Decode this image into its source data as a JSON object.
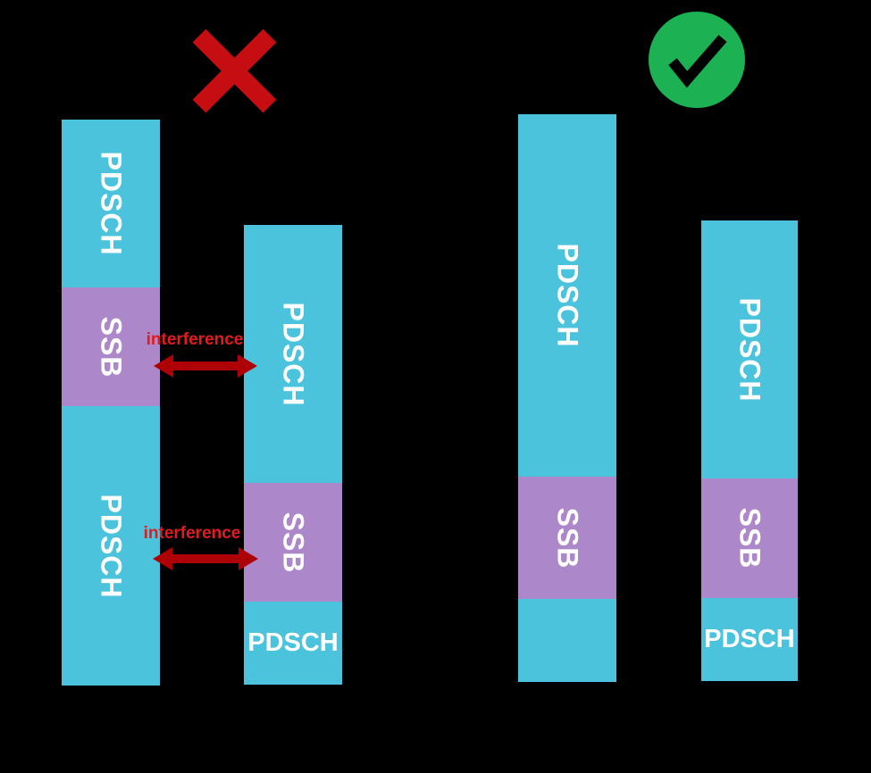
{
  "diagram": {
    "description": "SSB and PDSCH time alignment: misaligned (interference) vs aligned (no interference)",
    "colors": {
      "background": "#000000",
      "pdsch": "#4BC3DC",
      "ssb": "#AC87C9",
      "segment_text": "#FFFFFF",
      "cross": "#C60D12",
      "check_circle": "#1CB254",
      "check_mark": "#000000",
      "interference_label": "#E11C1E",
      "interference_arrow": "#AE0105"
    },
    "bad_example": {
      "verdict": "wrong",
      "bars": [
        {
          "segments": [
            "PDSCH",
            "SSB",
            "PDSCH"
          ]
        },
        {
          "segments": [
            "PDSCH",
            "SSB",
            "PDSCH"
          ]
        }
      ],
      "annotations": [
        "interference",
        "interference"
      ]
    },
    "good_example": {
      "verdict": "correct",
      "bars": [
        {
          "segments": [
            "PDSCH",
            "SSB",
            ""
          ]
        },
        {
          "segments": [
            "PDSCH",
            "SSB",
            "PDSCH"
          ]
        }
      ]
    }
  }
}
